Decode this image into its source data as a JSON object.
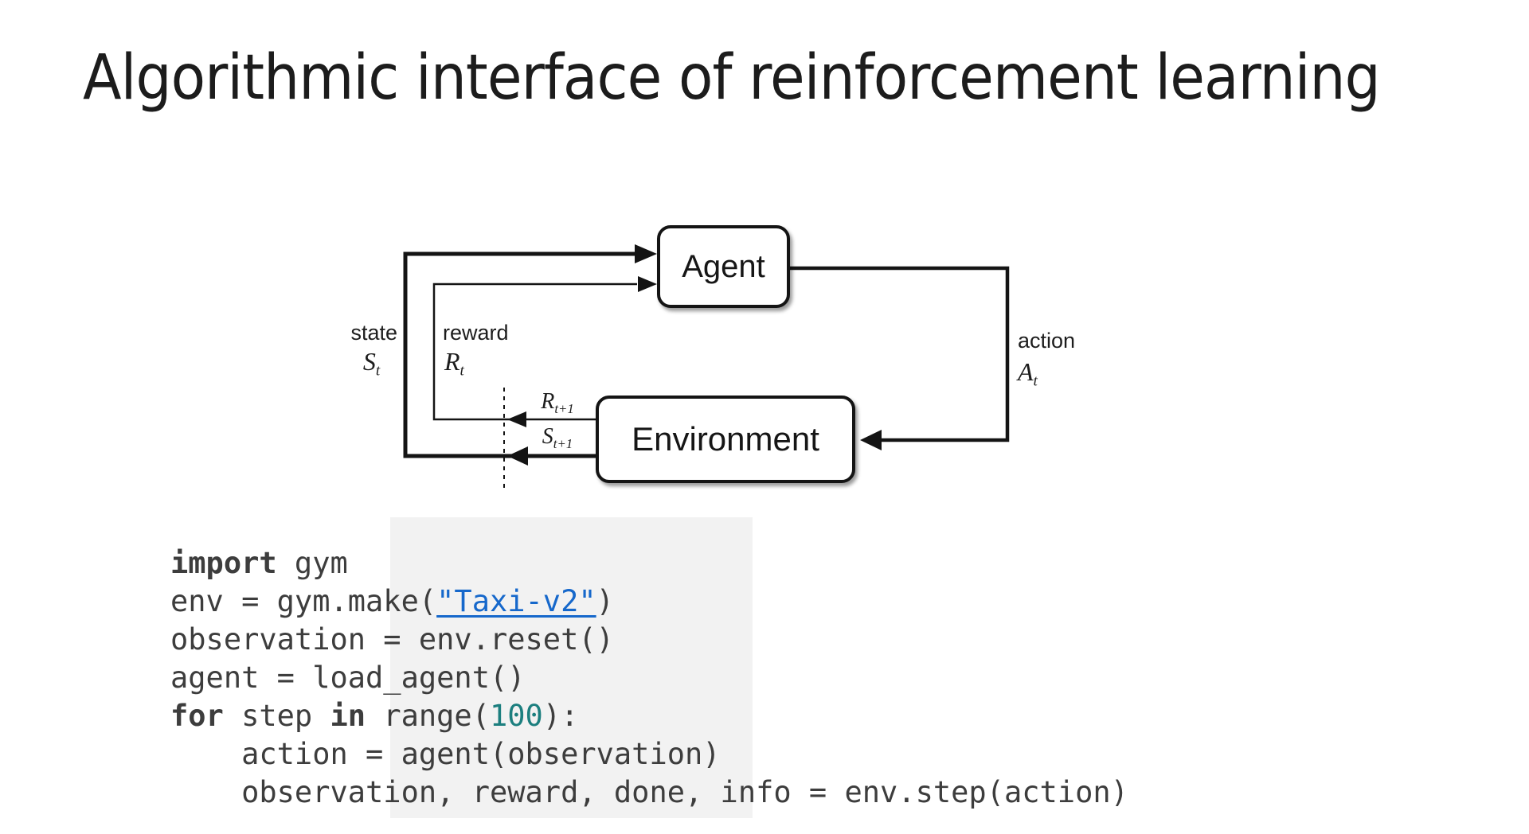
{
  "title": "Algorithmic interface of reinforcement learning",
  "diagram": {
    "agent_label": "Agent",
    "environment_label": "Environment",
    "state": {
      "label": "state",
      "var": "S",
      "sub": "t"
    },
    "reward": {
      "label": "reward",
      "var": "R",
      "sub": "t"
    },
    "action": {
      "label": "action",
      "var": "A",
      "sub": "t"
    },
    "reward_next": {
      "var": "R",
      "sub": "t+1"
    },
    "state_next": {
      "var": "S",
      "sub": "t+1"
    }
  },
  "code": {
    "lines": [
      [
        {
          "t": "import",
          "c": "kw"
        },
        {
          "t": " gym",
          "c": "plain"
        }
      ],
      [
        {
          "t": "env = gym.make(",
          "c": "plain"
        },
        {
          "t": "\"Taxi-v2\"",
          "c": "str"
        },
        {
          "t": ")",
          "c": "plain"
        }
      ],
      [
        {
          "t": "observation = env.reset()",
          "c": "plain"
        }
      ],
      [
        {
          "t": "agent = load_agent()",
          "c": "plain"
        }
      ],
      [
        {
          "t": "for",
          "c": "kw"
        },
        {
          "t": " step ",
          "c": "plain"
        },
        {
          "t": "in",
          "c": "kw"
        },
        {
          "t": " range(",
          "c": "plain"
        },
        {
          "t": "100",
          "c": "num"
        },
        {
          "t": "):",
          "c": "plain"
        }
      ],
      [
        {
          "t": "    action = agent(observation)",
          "c": "plain"
        }
      ],
      [
        {
          "t": "    observation, reward, done, info = env.step(action)",
          "c": "plain"
        }
      ]
    ]
  },
  "colors": {
    "code_text": "#3d3d3d",
    "string_link": "#1668cb",
    "number": "#1c7f7f",
    "diagram_stroke": "#141414"
  }
}
